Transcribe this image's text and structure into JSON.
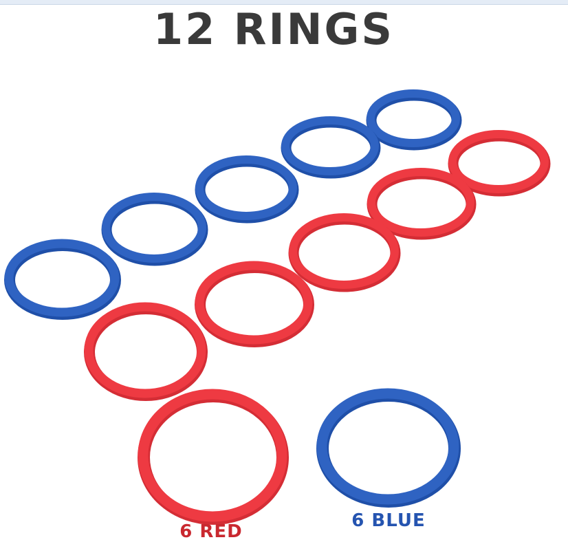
{
  "title": "12 RINGS",
  "captions": {
    "red_label": "6 RED",
    "blue_label": "6 BLUE"
  },
  "colors": {
    "red": "#ee3a42",
    "blue": "#2f63c2",
    "title_text": "#3a3a3a",
    "red_caption": "#c9282f",
    "blue_caption": "#2554b0"
  }
}
